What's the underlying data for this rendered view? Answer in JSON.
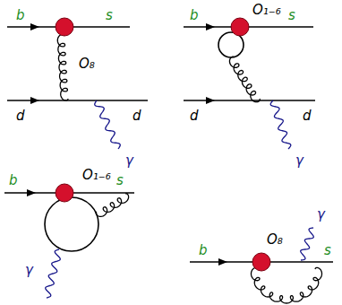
{
  "diagram": {
    "labels": [
      "b",
      "s",
      "O₈",
      "d",
      "d",
      "γ",
      "b",
      "O₁₋₆",
      "s",
      "d",
      "d",
      "γ",
      "b",
      "O₁₋₆",
      "s",
      "γ",
      "O₈",
      "b",
      "s",
      "γ"
    ]
  }
}
